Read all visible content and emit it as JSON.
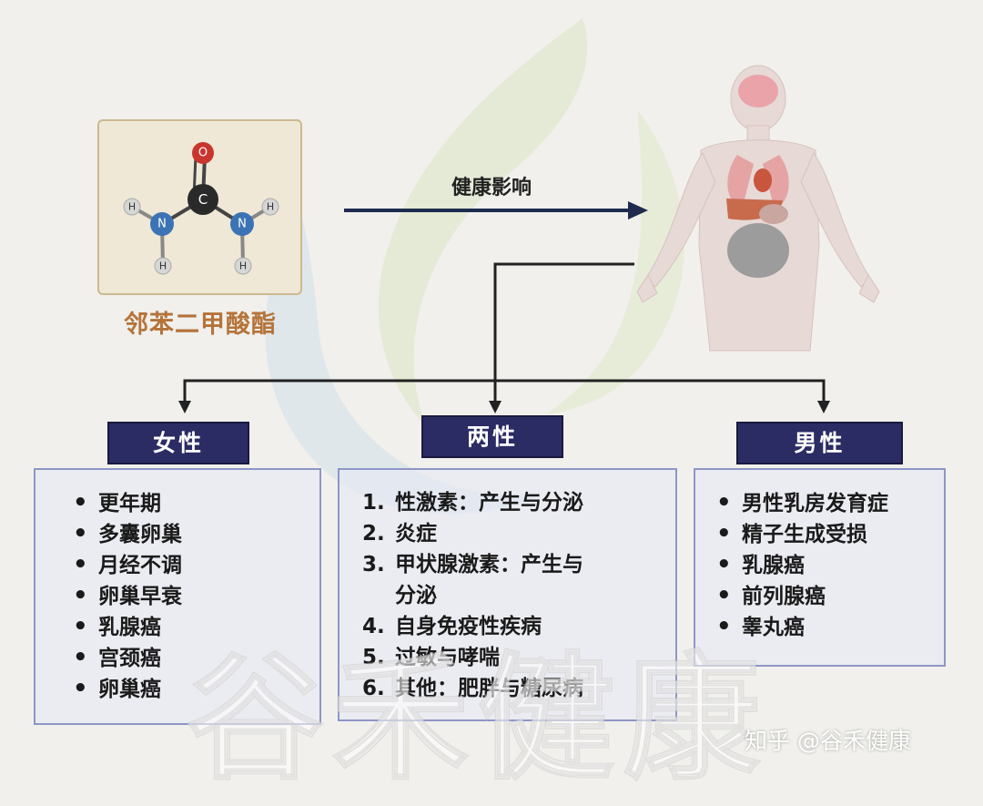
{
  "molecule": {
    "atoms": [
      "O",
      "C",
      "N",
      "N",
      "H",
      "H",
      "H",
      "H"
    ],
    "name": "邻苯二甲酸酯",
    "colors": {
      "oxygen": "#c8362e",
      "carbon": "#2a2a2a",
      "nitrogen": "#3b73b5",
      "hydrogen": "#d6d6d6"
    }
  },
  "arrow": {
    "label": "健康影响"
  },
  "groups": {
    "female": {
      "title": "女性",
      "items": [
        "更年期",
        "多囊卵巢",
        "月经不调",
        "卵巢早衰",
        "乳腺癌",
        "宫颈癌",
        "卵巢癌"
      ]
    },
    "both": {
      "title": "两性",
      "items": [
        {
          "num": "1.",
          "text": "性激素：产生与分泌"
        },
        {
          "num": "2.",
          "text": "炎症"
        },
        {
          "num": "3.",
          "text": "甲状腺激素：产生与",
          "cont": "分泌"
        },
        {
          "num": "4.",
          "text": "自身免疫性疾病"
        },
        {
          "num": "5.",
          "text": "过敏与哮喘"
        },
        {
          "num": "6.",
          "text": "其他：肥胖与糖尿病"
        }
      ]
    },
    "male": {
      "title": "男性",
      "items": [
        "男性乳房发育症",
        "精子生成受损",
        "乳腺癌",
        "前列腺癌",
        "睾丸癌"
      ]
    }
  },
  "watermark": "谷禾健康",
  "credit": "知乎 @谷禾健康",
  "colors": {
    "header_bg": "#2b2c63",
    "box_border": "#8d96c6",
    "arrow": "#1f2a4f",
    "name": "#b5733a"
  }
}
